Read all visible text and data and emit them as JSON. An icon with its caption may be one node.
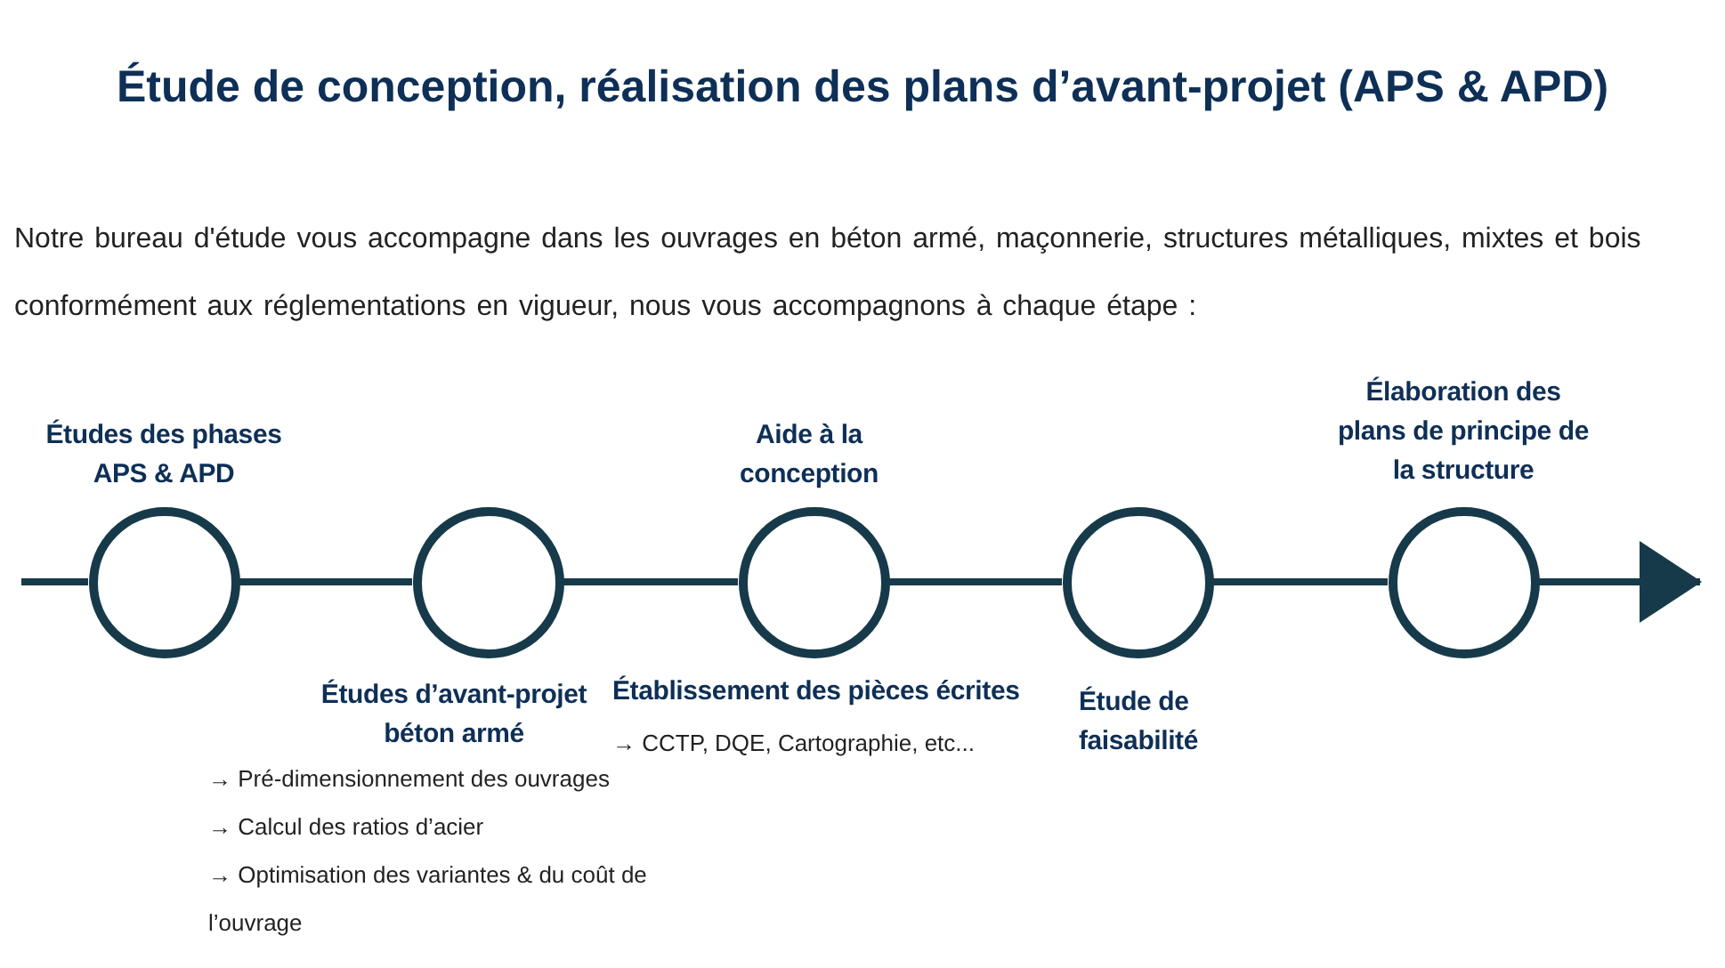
{
  "diagram": {
    "title": "Étude de conception, réalisation des plans d’avant-projet (APS & APD)",
    "nodes": [
      {
        "text": [
          "Études des phases APS & APD"
        ]
      },
      {
        "text": [
          "Études d’avant-projet béton armé"
        ],
        "beside": [
          "→ Pré-dimensionnement des ouvrages",
          "→ Calcul des ratios d’acier",
          "→ Optimisation des variantes & du coût de l’ouvrage"
        ]
      },
      {
        "text": [
          "Aide à la conception",
          "Établissement des pièces écrites",
          "→ CCTP, DQE, Cartographie, etc..."
        ]
      },
      {
        "text": [
          "Étude de faisabilité"
        ]
      },
      {
        "text": [
          "Élaboration des plans de principe de la structure"
        ]
      }
    ],
    "edges": [
      {
        "from": null,
        "to": 0,
        "arrow": "none"
      },
      {
        "from": 0,
        "to": 1,
        "arrow": "none"
      },
      {
        "from": 1,
        "to": 2,
        "arrow": "none"
      },
      {
        "from": 2,
        "to": 3,
        "arrow": "none"
      },
      {
        "from": 3,
        "to": 4,
        "arrow": "none"
      },
      {
        "from": 4,
        "to": null,
        "arrow": "to"
      }
    ],
    "labels": [
      "Notre bureau d'étude vous accompagne dans les ouvrages en béton armé, maçonnerie, structures métalliques, mixtes et bois conformément aux réglementations en vigueur, nous vous accompagnons à chaque étape :"
    ]
  }
}
